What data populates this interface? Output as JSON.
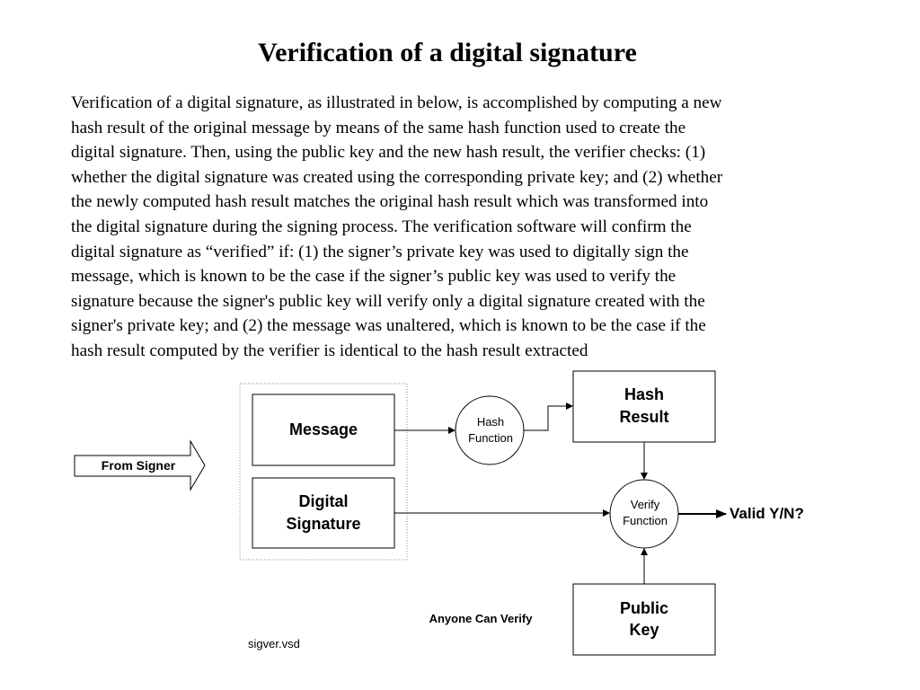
{
  "title": "Verification of a digital signature",
  "paragraph_lines": [
    "Verification of a digital signature, as illustrated in below, is accomplished by computing a new",
    "hash result of the original message by means of the same hash function used to create the",
    "digital signature.  Then, using the public key and the new hash result, the verifier checks: (1)",
    "whether the digital signature was created using the corresponding private key; and (2) whether",
    "the newly computed hash result matches the original hash result which was transformed into",
    "the digital signature during the signing process.   The verification software will confirm the",
    "digital signature as “verified” if: (1) the signer’s private key was used to digitally sign the",
    "message, which is known to be the case if the signer’s public key was used to verify the",
    "signature because the signer's public key will verify only a digital signature created with the",
    "signer's private key;  and (2) the message was unaltered, which is known to be the case if the",
    "hash result computed by the verifier is identical to the hash result extracted"
  ],
  "diagram": {
    "from_signer": "From Signer",
    "message": "Message",
    "digital_signature": [
      "Digital",
      "Signature"
    ],
    "hash_function": [
      "Hash",
      "Function"
    ],
    "hash_result": [
      "Hash",
      "Result"
    ],
    "verify_function": [
      "Verify",
      "Function"
    ],
    "valid": "Valid Y/N?",
    "public_key": [
      "Public",
      "Key"
    ],
    "anyone": "Anyone Can Verify"
  },
  "footer_note": "sigver.vsd"
}
